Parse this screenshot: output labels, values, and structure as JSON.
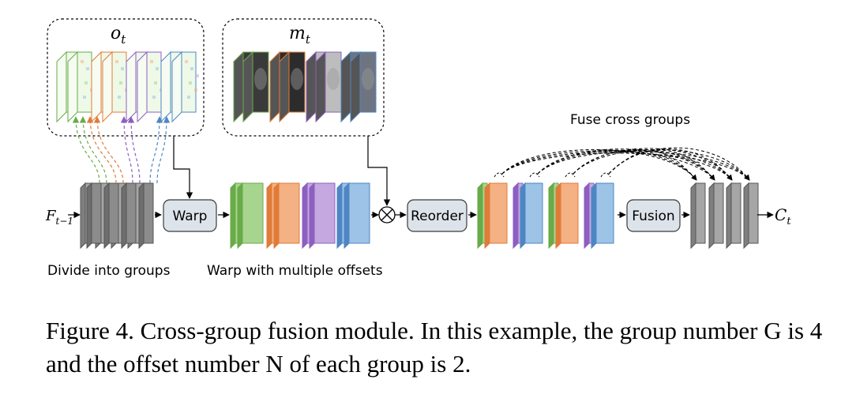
{
  "labels": {
    "ot_sym": "o",
    "ot_sub": "t",
    "mt_sym": "m",
    "mt_sub": "t",
    "ftm1_sym": "F",
    "ftm1_sub": "t−1",
    "ct_sym": "C",
    "ct_sub": "t",
    "divide": "Divide into groups",
    "warp_multi": "Warp with multiple offsets",
    "fuse_cross": "Fuse cross groups"
  },
  "boxes": {
    "warp": "Warp",
    "reorder": "Reorder",
    "fusion": "Fusion"
  },
  "symbols": {
    "multiply": "⊗"
  },
  "caption": "Figure 4. Cross-group fusion module. In this example, the group number G is 4 and the offset number N of each group is 2.",
  "colors": {
    "green": "#a7d58f",
    "green_edge": "#6aaa49",
    "orange": "#f4b183",
    "orange_edge": "#e07b39",
    "purple": "#c5a8e0",
    "purple_edge": "#8d5fc0",
    "blue": "#9dc3e6",
    "blue_edge": "#4e86c4",
    "gray": "#a6a6a6",
    "gray_dark": "#7f7f7f",
    "box_fill": "#dde3ea",
    "box_edge": "#3b3b3b"
  },
  "diagram": {
    "group_count": 4,
    "offsets_per_group": 2,
    "group_colors": [
      "green",
      "orange",
      "purple",
      "blue"
    ],
    "icons": [
      "dashed-rounded-frame",
      "multiply-circle-icon",
      "arrow-icon",
      "dashed-curve-arrow-icon"
    ]
  }
}
